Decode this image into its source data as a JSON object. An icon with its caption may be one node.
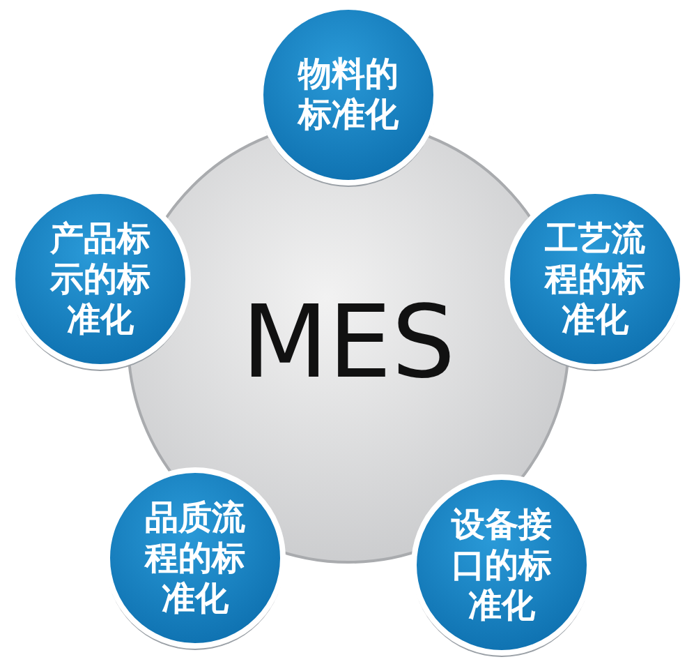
{
  "diagram": {
    "nodes": [
      {
        "text": [
          "MES"
        ]
      },
      {
        "text": [
          "物料的标准化"
        ]
      },
      {
        "text": [
          "工艺流程的标准化"
        ]
      },
      {
        "text": [
          "设备接口的标准化"
        ]
      },
      {
        "text": [
          "品质流程的标准化"
        ]
      },
      {
        "text": [
          "产品标示的标准化"
        ]
      }
    ]
  }
}
